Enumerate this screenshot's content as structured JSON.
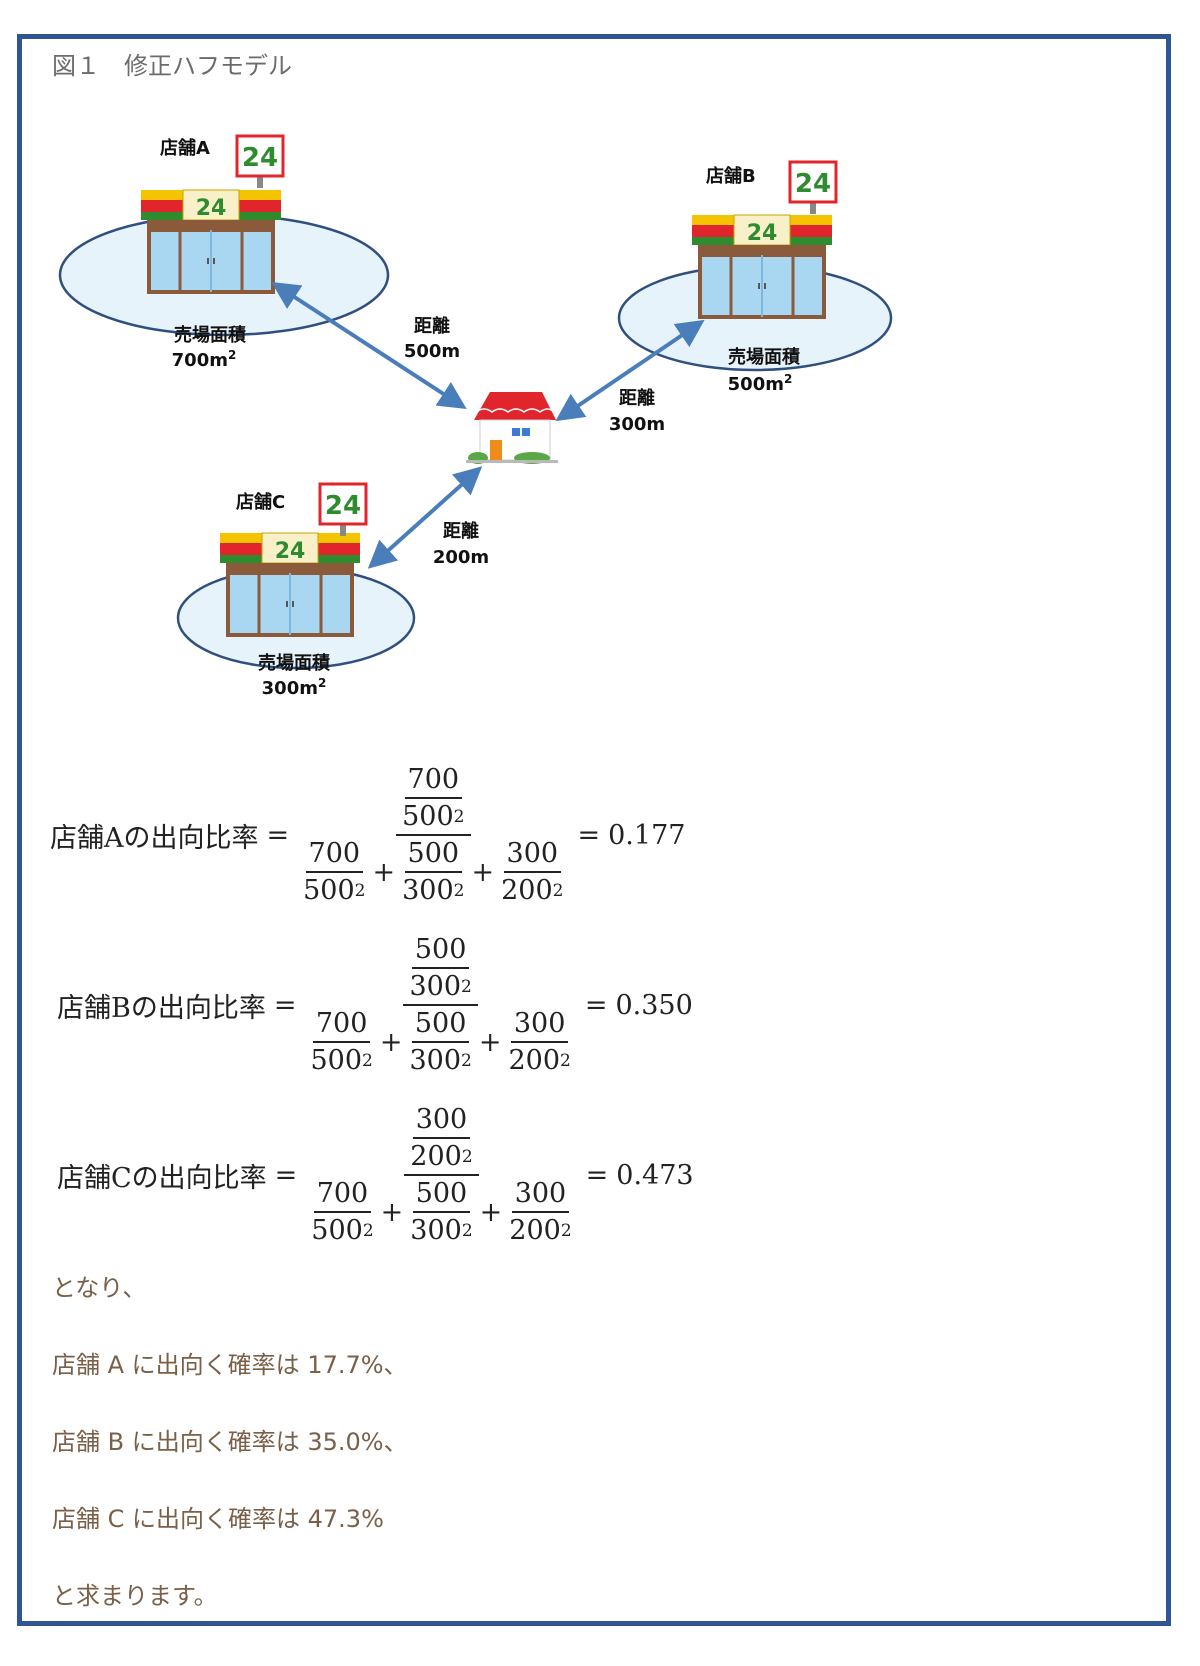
{
  "figure_title": "図１　修正ハフモデル",
  "diagram": {
    "stores": [
      {
        "name": "店舗A",
        "sign": "24",
        "area_label": "売場面積",
        "area_value": "700m",
        "area_exp": "2"
      },
      {
        "name": "店舗B",
        "sign": "24",
        "area_label": "売場面積",
        "area_value": "500m",
        "area_exp": "2"
      },
      {
        "name": "店舗C",
        "sign": "24",
        "area_label": "売場面積",
        "area_value": "300m",
        "area_exp": "2"
      }
    ],
    "distances": [
      {
        "label": "距離",
        "value": "500m"
      },
      {
        "label": "距離",
        "value": "300m"
      },
      {
        "label": "距離",
        "value": "200m"
      }
    ],
    "colors": {
      "arrow": "#4a7ebb",
      "ellipse_stroke": "#2f4f7f",
      "ellipse_fill": "#e7f3fb",
      "frame": "#2f5597"
    }
  },
  "formulas": [
    {
      "lhs": "店舗Aの出向比率",
      "num_n": "700",
      "num_d": "500",
      "result": "0.177"
    },
    {
      "lhs": "店舗Bの出向比率",
      "num_n": "500",
      "num_d": "300",
      "result": "0.350"
    },
    {
      "lhs": "店舗Cの出向比率",
      "num_n": "300",
      "num_d": "200",
      "result": "0.473"
    }
  ],
  "denominator_terms": [
    {
      "n": "700",
      "d": "500"
    },
    {
      "n": "500",
      "d": "300"
    },
    {
      "n": "300",
      "d": "200"
    }
  ],
  "exponent": "2",
  "equals": "=",
  "plus": "+",
  "text": {
    "line1": "となり、",
    "line2": "店舗 A に出向く確率は 17.7%、",
    "line3": "店舗 B に出向く確率は 35.0%、",
    "line4": "店舗 C に出向く確率は 47.3%",
    "line5": "と求まります。"
  }
}
